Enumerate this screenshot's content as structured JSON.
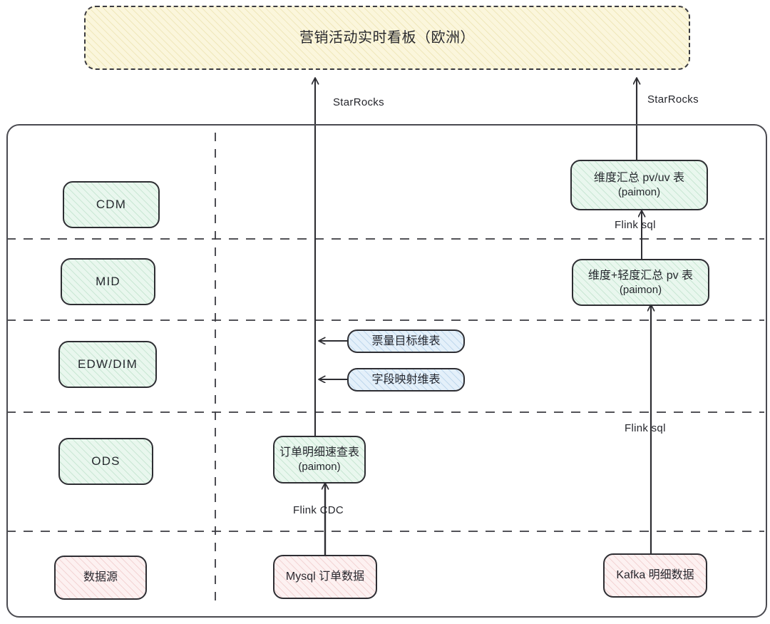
{
  "diagram": {
    "title": "营销活动实时看板（欧洲）",
    "colors": {
      "dashboard_fill": "#fbf6dc",
      "layer_fill": "#e9f7ee",
      "paimon_fill": "#e9f7ee",
      "dim_fill": "#e4f0fa",
      "source_fill": "#fdf1f1",
      "stroke": "#2e2e33"
    },
    "dashboard": {
      "label": "营销活动实时看板（欧洲）"
    },
    "layers": [
      {
        "key": "cdm",
        "label": "CDM"
      },
      {
        "key": "mid",
        "label": "MID"
      },
      {
        "key": "edw_dim",
        "label": "EDW/DIM"
      },
      {
        "key": "ods",
        "label": "ODS"
      },
      {
        "key": "source",
        "label": "数据源"
      }
    ],
    "nodes": {
      "cdm_pvuv": {
        "line1": "维度汇总 pv/uv 表",
        "line2": "(paimon)"
      },
      "mid_pv": {
        "line1": "维度+轻度汇总 pv 表",
        "line2": "(paimon)"
      },
      "dim_target": {
        "line1": "票量目标维表"
      },
      "dim_mapping": {
        "line1": "字段映射维表"
      },
      "ods_order": {
        "line1": "订单明细速查表",
        "line2": "(paimon)"
      },
      "src_mysql": {
        "line1": "Mysql 订单数据"
      },
      "src_kafka": {
        "line1": "Kafka 明细数据"
      }
    },
    "edges": [
      {
        "key": "left_starrocks",
        "label": "StarRocks"
      },
      {
        "key": "right_starrocks",
        "label": "StarRocks"
      },
      {
        "key": "cdm_flink_sql",
        "label": "Flink sql"
      },
      {
        "key": "mid_flink_sql",
        "label": "Flink sql"
      },
      {
        "key": "ods_flink_cdc",
        "label": "Flink CDC"
      }
    ]
  }
}
